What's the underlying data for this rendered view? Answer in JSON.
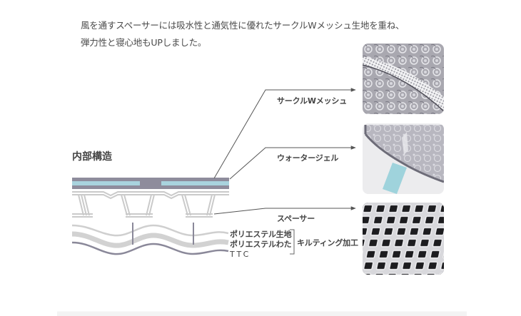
{
  "intro": {
    "line1": "風を通すスペーサーには吸水性と通気性に優れたサークルWメッシュ生地を重ね、",
    "line2": "弾力性と寝心地もUPしました。"
  },
  "diagram": {
    "title": "内部構造",
    "callouts": [
      {
        "label": "サークルWメッシュ",
        "photo": "circle-w-mesh-photo"
      },
      {
        "label": "ウォータージェル",
        "photo": "water-gel-photo"
      },
      {
        "label": "スペーサー",
        "photo": "spacer-photo"
      }
    ],
    "layers": [
      {
        "label": "ポリエステル生地"
      },
      {
        "label": "ポリエステルわた"
      },
      {
        "label": "TTC"
      }
    ],
    "bracket_label": "キルティング加工"
  },
  "colors": {
    "top_layer_dark": "#8e8c9c",
    "gel_blue": "#a9d3de",
    "spacer_gray": "#c9c9c9",
    "wave_light": "#cfcfcf",
    "wave_dark": "#8a8899",
    "leader_line": "#555555",
    "text": "#444444"
  }
}
